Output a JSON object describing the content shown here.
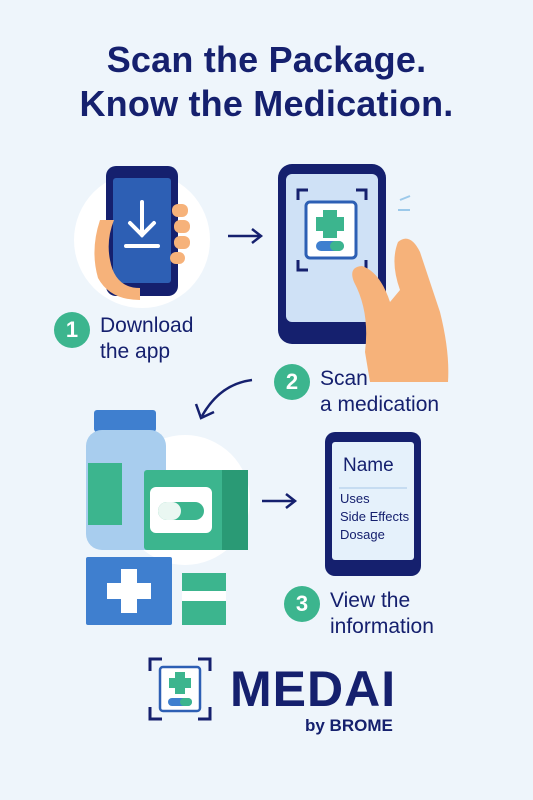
{
  "headline": {
    "line1": "Scan the Package.",
    "line2": "Know the Medication."
  },
  "steps": [
    {
      "number": "1",
      "line1": "Download",
      "line2": "the app"
    },
    {
      "number": "2",
      "line1": "Scan",
      "line2": "a medication"
    },
    {
      "number": "3",
      "line1": "View the",
      "line2": "information"
    }
  ],
  "info_screen": {
    "title": "Name",
    "items": [
      "Uses",
      "Side Effects",
      "Dosage"
    ]
  },
  "brand": {
    "name": "MEDAI",
    "tagline": "by BROME"
  },
  "colors": {
    "navy": "#15206e",
    "green": "#3cb58e",
    "blue": "#3f7fcf",
    "background": "#eef5fb"
  }
}
